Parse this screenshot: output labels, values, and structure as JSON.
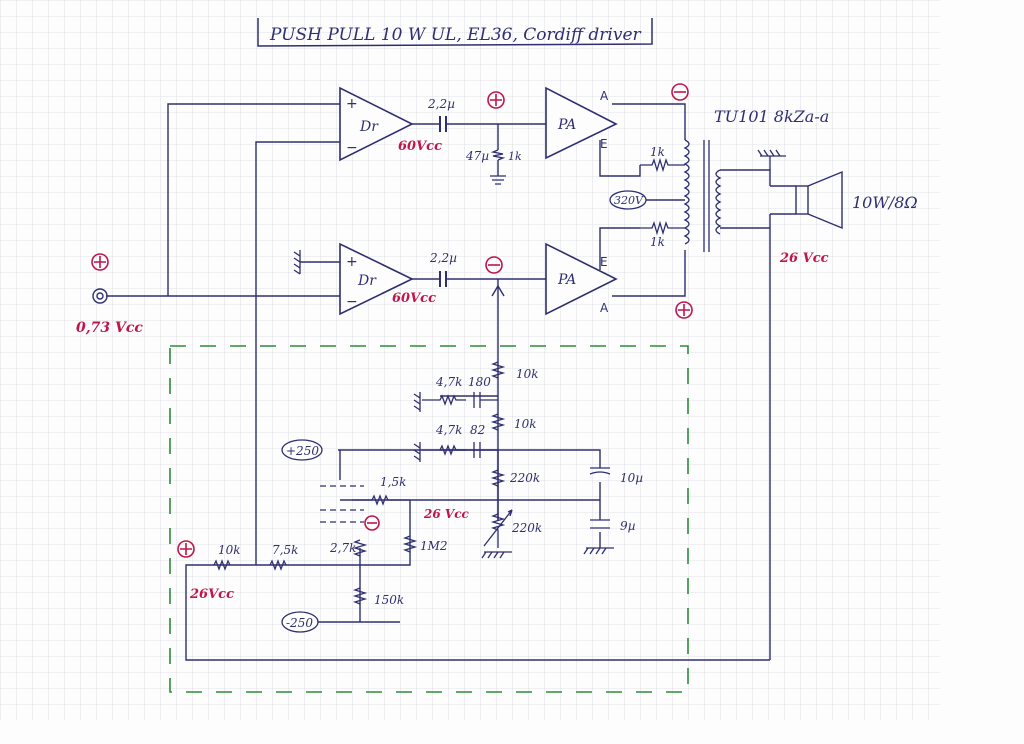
{
  "title": "PUSH PULL 10 W UL, EL36, Cordiff driver",
  "colors": {
    "ink": "#2e2e70",
    "red": "#c0154a",
    "green": "#2e8b3a",
    "grid": "#c9ccd6",
    "paper": "#fdfdfd"
  },
  "blocks": {
    "driver_top": "Dr",
    "driver_bottom": "Dr",
    "pa_top": "PA",
    "pa_bottom": "PA",
    "plus": "+",
    "minus": "−",
    "pin_A": "A",
    "pin_E": "E"
  },
  "labels": {
    "cap_top": "2,2µ",
    "cap_bottom": "2,2µ",
    "r_grid_top": "47µ",
    "r_grid_top2": "1k",
    "driver_top_volt": "60Vcc",
    "driver_bottom_volt": "60Vcc",
    "input_volt": "0,73 Vcc",
    "transformer": "TU101 8kZa-a",
    "speaker": "10W/8Ω",
    "out_volt": "26 Vcc",
    "r_1k_top": "1k",
    "r_1k_bottom": "1k",
    "b_plus": "320V",
    "r_47k_1": "4,7k",
    "r_180": "180",
    "r_10k_1": "10k",
    "r_47k_2": "4,7k",
    "r_82": "82",
    "r_10k_2": "10k",
    "supply_pos": "+250",
    "supply_neg": "-250",
    "r_15k": "1,5k",
    "mid_volt": "26 Vcc",
    "r_220k_1": "220k",
    "r_220k_2": "220k",
    "c_10u": "10µ",
    "c_9u": "9µ",
    "r_10k_3": "10k",
    "r_75k": "7,5k",
    "r_27k": "2,7k",
    "r_1m2": "1M2",
    "r_150k": "150k",
    "fb_volt": "26Vcc"
  }
}
